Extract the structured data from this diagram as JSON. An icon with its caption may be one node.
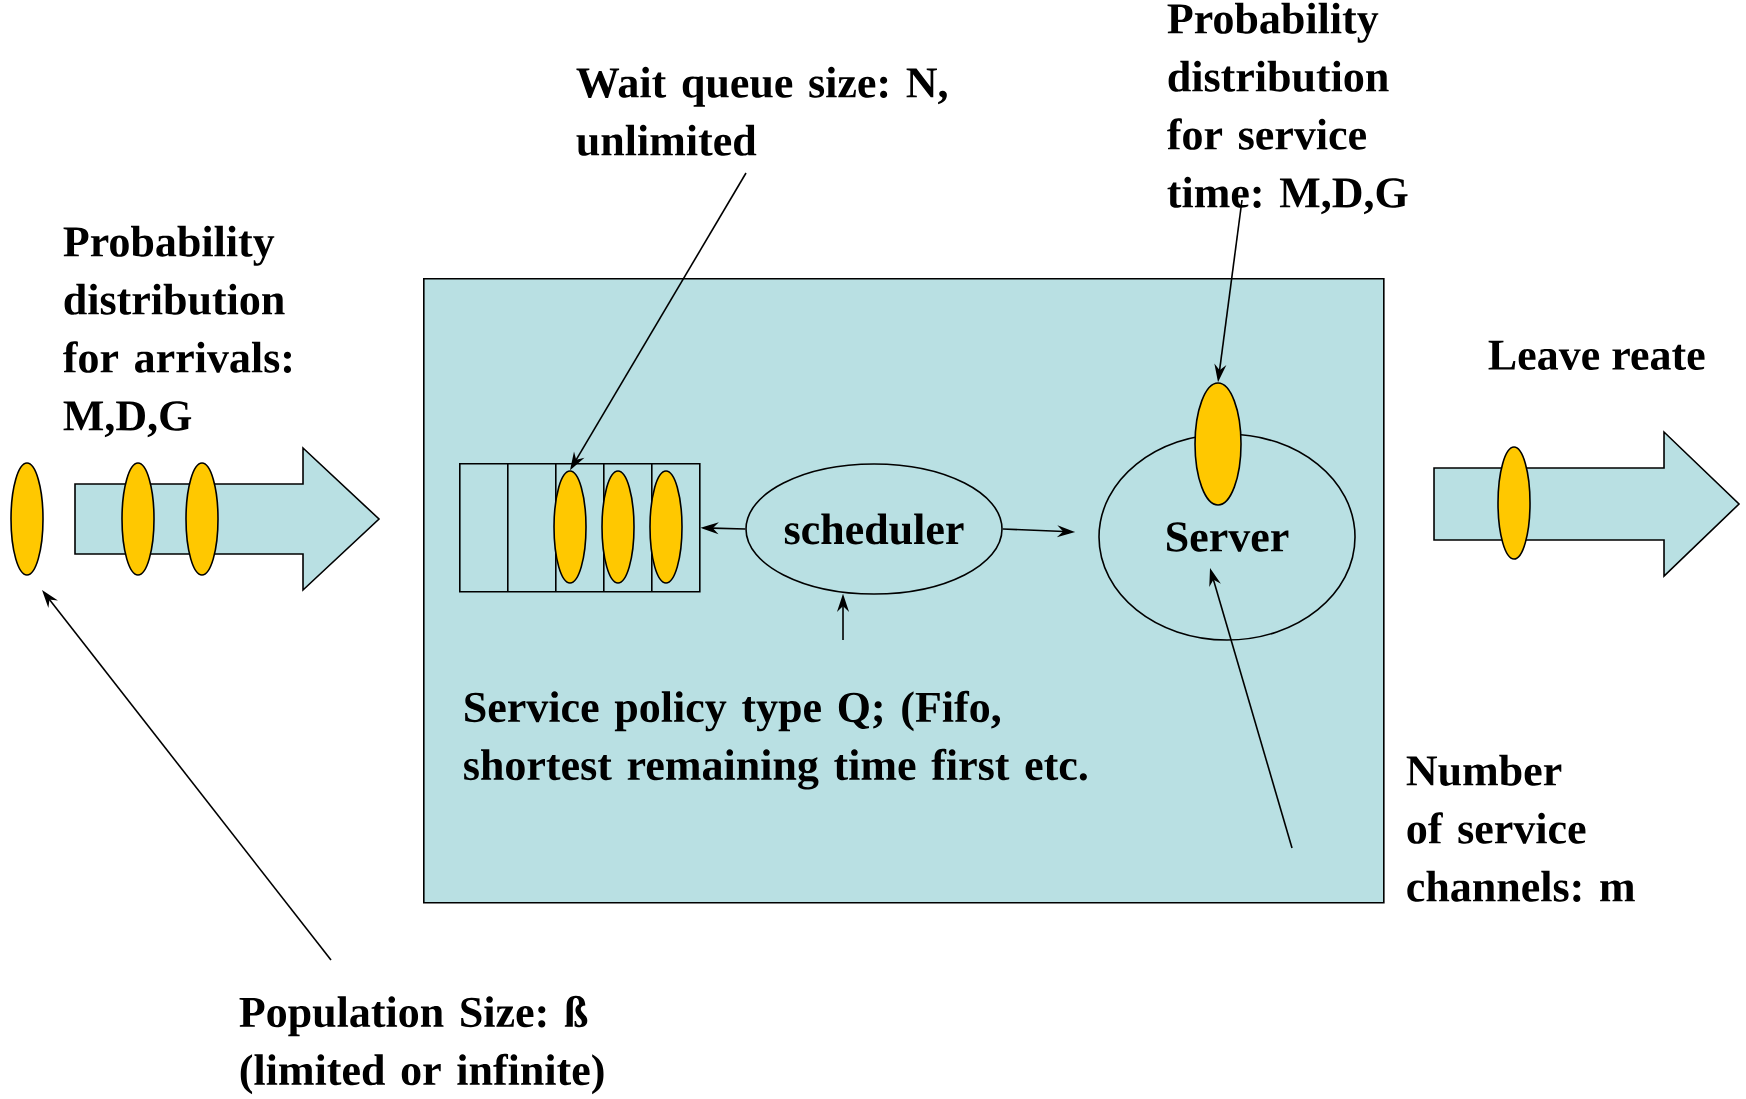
{
  "diagram": {
    "nodes": [
      {
        "text": [],
        "shape": "box"
      },
      {
        "text": [],
        "shape": "box",
        "in": 0
      },
      {
        "text": [],
        "shape": "ellipse",
        "in": 1
      },
      {
        "text": [],
        "shape": "ellipse",
        "in": 1
      },
      {
        "text": [],
        "shape": "ellipse",
        "in": 1
      },
      {
        "text": [
          "scheduler"
        ],
        "in": 0
      },
      {
        "text": [
          "Server"
        ],
        "in": 0
      },
      {
        "text": [],
        "shape": "ellipse",
        "in": 0
      },
      {
        "text": [
          "Wait queue size: N, unlimited"
        ]
      },
      {
        "text": [
          "Probability distribution for service time: M,D,G"
        ]
      },
      {
        "text": [
          "Service policy type Q; (Fifo, shortest remaining time first etc."
        ],
        "in": 0
      },
      {
        "text": [
          "Number of service channels: m"
        ]
      },
      {
        "text": [
          "Population Size: ß (limited or infinite)"
        ]
      },
      {
        "text": [],
        "shape": "ellipse"
      },
      {
        "text": [],
        "shape": "ellipse"
      },
      {
        "text": [],
        "shape": "ellipse"
      },
      {
        "text": [],
        "shape": "ellipse"
      }
    ],
    "edges": [
      {
        "from": 5,
        "to": 1,
        "arrow": "to"
      },
      {
        "from": 5,
        "to": 6,
        "arrow": "to"
      },
      {
        "from": 8,
        "to": 2,
        "arrow": "to"
      },
      {
        "from": 9,
        "to": 7,
        "arrow": "to"
      },
      {
        "from": 10,
        "to": 5,
        "arrow": "to"
      },
      {
        "from": 11,
        "to": 6,
        "arrow": "to"
      },
      {
        "from": 12,
        "to": 13,
        "arrow": "to"
      }
    ],
    "labels": [
      "Probability distribution for arrivals: M,D,G",
      "Leave reate"
    ]
  }
}
